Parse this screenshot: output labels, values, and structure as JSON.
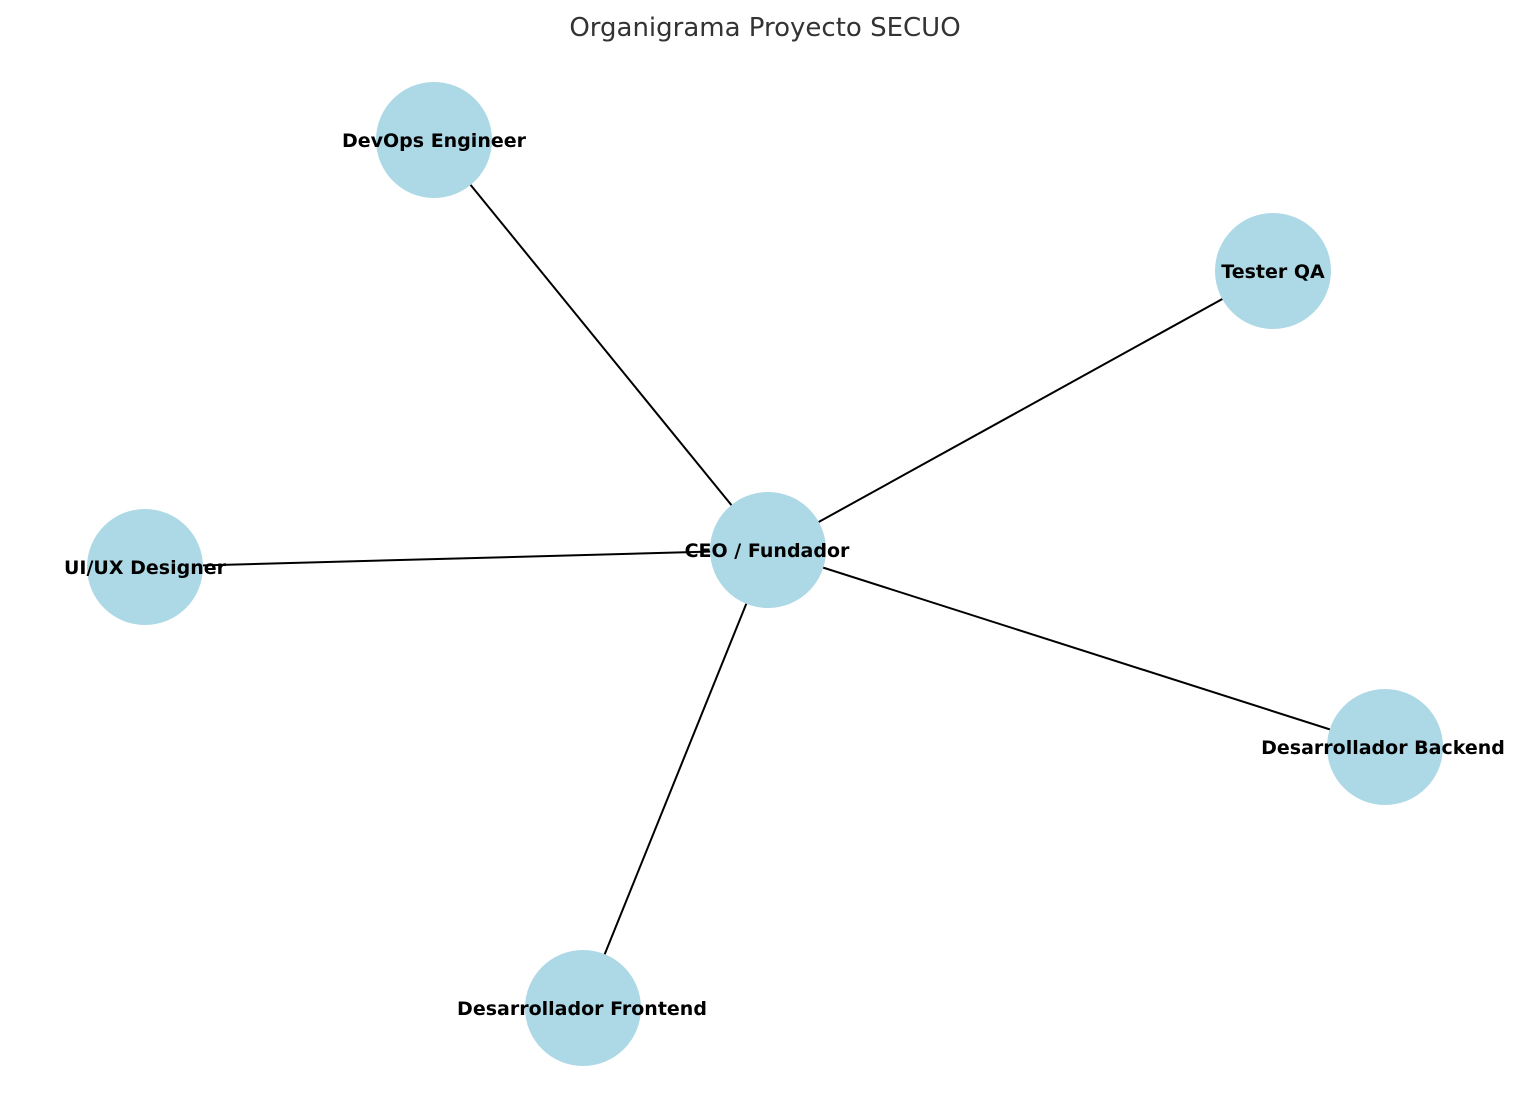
{
  "title": "Organigrama Proyecto SECUO",
  "colors": {
    "node_fill": "#add8e6",
    "edge": "#000000",
    "title": "#333333",
    "label": "#000000"
  },
  "nodes": [
    {
      "id": "ceo",
      "label": "CEO / Fundador"
    },
    {
      "id": "devops",
      "label": "DevOps Engineer"
    },
    {
      "id": "tester",
      "label": "Tester QA"
    },
    {
      "id": "uiux",
      "label": "UI/UX Designer"
    },
    {
      "id": "backend",
      "label": "Desarrollador Backend"
    },
    {
      "id": "frontend",
      "label": "Desarrollador Frontend"
    }
  ],
  "edges": [
    {
      "from": "ceo",
      "to": "devops"
    },
    {
      "from": "ceo",
      "to": "tester"
    },
    {
      "from": "ceo",
      "to": "uiux"
    },
    {
      "from": "ceo",
      "to": "backend"
    },
    {
      "from": "ceo",
      "to": "frontend"
    }
  ]
}
